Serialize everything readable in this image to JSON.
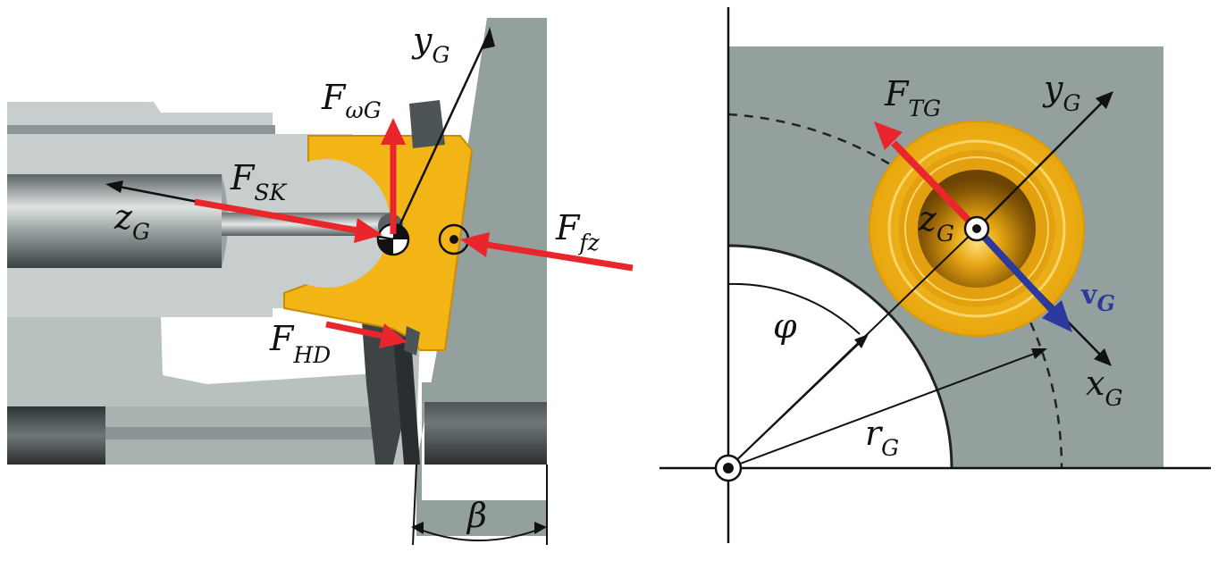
{
  "left_panel": {
    "labels": {
      "y_axis": {
        "base": "y",
        "sub": "G"
      },
      "z_axis": {
        "base": "z",
        "sub": "G"
      },
      "f_omega": {
        "base": "F",
        "sub": "ωG"
      },
      "f_sk": {
        "base": "F",
        "sub": "SK"
      },
      "f_fz": {
        "base": "F",
        "sub": "fz"
      },
      "f_hd": {
        "base": "F",
        "sub": "HD"
      },
      "beta": "β"
    }
  },
  "right_panel": {
    "labels": {
      "f_tg": {
        "base": "F",
        "sub": "TG"
      },
      "y_axis": {
        "base": "y",
        "sub": "G"
      },
      "z_axis": {
        "base": "z",
        "sub": "G"
      },
      "x_axis": {
        "base": "x",
        "sub": "G"
      },
      "v_g": {
        "base": "v",
        "sub": "G"
      },
      "phi": "φ",
      "r_g": {
        "base": "r",
        "sub": "G"
      }
    }
  },
  "colors": {
    "force_arrow": "#e8262b",
    "velocity_arrow": "#2c3aa0",
    "plate": "#93a09e",
    "dark_steel": "#4f5658",
    "light_steel": "#c5cccb",
    "gold": "#f3b515"
  }
}
